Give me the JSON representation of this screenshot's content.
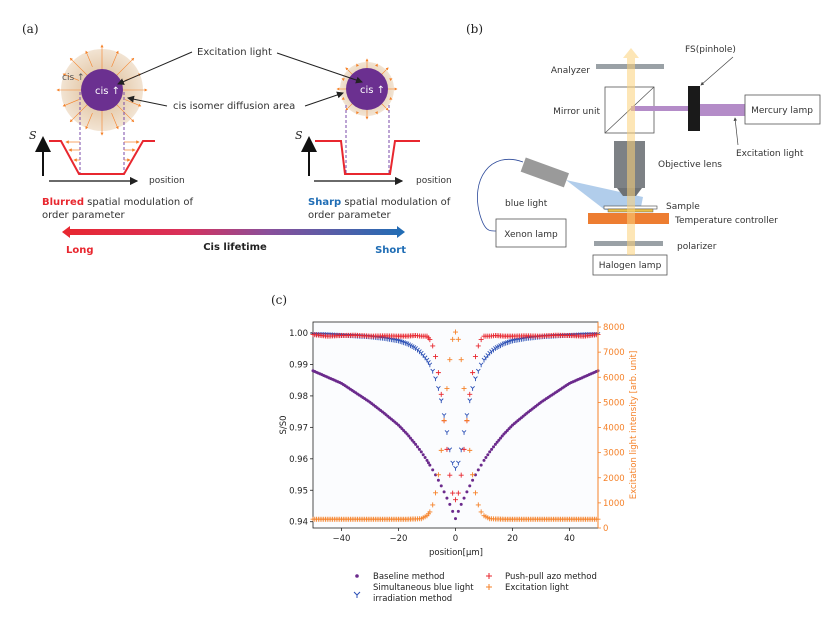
{
  "panel_a": {
    "label": "(a)",
    "excitation_light": "Excitation light",
    "diffusion_area": "cis isomer diffusion area",
    "cis_outer": "cis ↑",
    "cis_inner_left": "cis ↑",
    "cis_inner_right": "cis ↑",
    "s_axis": "S",
    "position": "position",
    "blurred_word": "Blurred",
    "blurred_rest": " spatial modulation of",
    "blurred_line2": "order parameter",
    "sharp_word": "Sharp",
    "sharp_rest": " spatial modulation of",
    "sharp_line2": "order parameter",
    "long": "Long",
    "lifetime": "Cis lifetime",
    "short": "Short",
    "colors": {
      "long": "#e8272f",
      "short": "#1f6db5",
      "cis": "#6b3090",
      "halo": "#e9d3b8",
      "arrows": "#f5822a"
    }
  },
  "panel_b": {
    "label": "(b)",
    "analyzer": "Analyzer",
    "fs": "FS(pinhole)",
    "mirror_unit": "Mirror unit",
    "mercury_lamp": "Mercury lamp",
    "excitation_light": "Excitation light",
    "objective_lens": "Objective lens",
    "blue_light": "blue light",
    "sample": "Sample",
    "temperature_controller": "Temperature controller",
    "xenon_lamp": "Xenon lamp",
    "polarizer": "polarizer",
    "halogen_lamp": "Halogen lamp"
  },
  "panel_c": {
    "label": "(c)"
  },
  "chart_data": {
    "type": "scatter",
    "xlabel": "position[μm]",
    "ylabel": "S/S0",
    "ylabel_right": "Excitation light intensity [arb. unit]",
    "xlim": [
      -50,
      50
    ],
    "ylim": [
      0.938,
      1.0035
    ],
    "ylim_right": [
      0,
      8200
    ],
    "xticks": [
      "−40",
      "−20",
      "0",
      "20",
      "40"
    ],
    "xtick_values": [
      -40,
      -20,
      0,
      20,
      40
    ],
    "yticks": [
      "0.94",
      "0.95",
      "0.96",
      "0.97",
      "0.98",
      "0.99",
      "1.00"
    ],
    "ytick_values": [
      0.94,
      0.95,
      0.96,
      0.97,
      0.98,
      0.99,
      1.0
    ],
    "yticks_right": [
      "0",
      "1000",
      "2000",
      "3000",
      "4000",
      "5000",
      "6000",
      "7000",
      "8000"
    ],
    "ytick_right_values": [
      0,
      1000,
      2000,
      3000,
      4000,
      5000,
      6000,
      7000,
      8000
    ],
    "grid": false,
    "legend_position": "bottom",
    "x": [
      -50,
      -45,
      -40,
      -35,
      -30,
      -25,
      -20,
      -17,
      -14,
      -12,
      -10,
      -9,
      -8,
      -7,
      -6,
      -5,
      -4,
      -3,
      -2,
      -1,
      0,
      1,
      2,
      3,
      4,
      5,
      6,
      7,
      8,
      9,
      10,
      12,
      14,
      17,
      20,
      25,
      30,
      35,
      40,
      45,
      50
    ],
    "series": [
      {
        "name": "Baseline method",
        "axis": "left",
        "marker": "dot",
        "color": "#6b2a8c",
        "values": [
          0.988,
          0.986,
          0.984,
          0.981,
          0.978,
          0.9745,
          0.9707,
          0.9679,
          0.9646,
          0.9622,
          0.9595,
          0.958,
          0.9565,
          0.9549,
          0.9532,
          0.9514,
          0.9495,
          0.9475,
          0.9455,
          0.9433,
          0.941,
          0.9433,
          0.9455,
          0.9475,
          0.9495,
          0.9514,
          0.9532,
          0.9549,
          0.9565,
          0.958,
          0.9595,
          0.9622,
          0.9646,
          0.9679,
          0.9707,
          0.9745,
          0.978,
          0.981,
          0.984,
          0.986,
          0.988
        ]
      },
      {
        "name": "Simultaneous blue light irradiation method",
        "axis": "left",
        "marker": "tri_down",
        "color": "#2b4fb5",
        "values": [
          0.9996,
          0.9995,
          0.9993,
          0.9991,
          0.9988,
          0.9983,
          0.9975,
          0.9966,
          0.9951,
          0.9936,
          0.9914,
          0.9899,
          0.9879,
          0.9855,
          0.9824,
          0.9785,
          0.9738,
          0.9684,
          0.9629,
          0.9587,
          0.957,
          0.9587,
          0.9629,
          0.9684,
          0.9738,
          0.9785,
          0.9824,
          0.9855,
          0.9879,
          0.9899,
          0.9914,
          0.9936,
          0.9951,
          0.9966,
          0.9975,
          0.9983,
          0.9988,
          0.9991,
          0.9993,
          0.9995,
          0.9996
        ]
      },
      {
        "name": "Push-pull azo method",
        "axis": "left",
        "marker": "plus",
        "color": "#e8272f",
        "values": [
          0.9995,
          0.999,
          0.9992,
          0.9993,
          0.999,
          0.9991,
          0.999,
          0.999,
          0.9992,
          0.999,
          0.999,
          0.9979,
          0.9959,
          0.9925,
          0.9874,
          0.9805,
          0.9721,
          0.963,
          0.9548,
          0.9491,
          0.947,
          0.9491,
          0.9548,
          0.963,
          0.9721,
          0.9805,
          0.9874,
          0.9925,
          0.9959,
          0.9979,
          0.999,
          0.999,
          0.9992,
          0.999,
          0.999,
          0.9991,
          0.999,
          0.9993,
          0.9992,
          0.999,
          0.9995
        ]
      },
      {
        "name": "Excitation light",
        "axis": "right",
        "marker": "plus",
        "color": "#f5822a",
        "values": [
          350,
          350,
          350,
          350,
          350,
          350,
          350,
          350,
          360,
          370,
          490,
          640,
          920,
          1400,
          2120,
          3090,
          4280,
          5550,
          6700,
          7510,
          7800,
          7510,
          6700,
          5550,
          4280,
          3090,
          2120,
          1400,
          920,
          640,
          490,
          370,
          360,
          350,
          350,
          350,
          350,
          350,
          350,
          350,
          350
        ]
      }
    ],
    "legend": [
      {
        "line1": "Baseline method",
        "line2": ""
      },
      {
        "line1": "Simultaneous blue light",
        "line2": "irradiation method"
      },
      {
        "line1": "Push-pull azo method",
        "line2": ""
      },
      {
        "line1": "Excitation light",
        "line2": ""
      }
    ]
  }
}
